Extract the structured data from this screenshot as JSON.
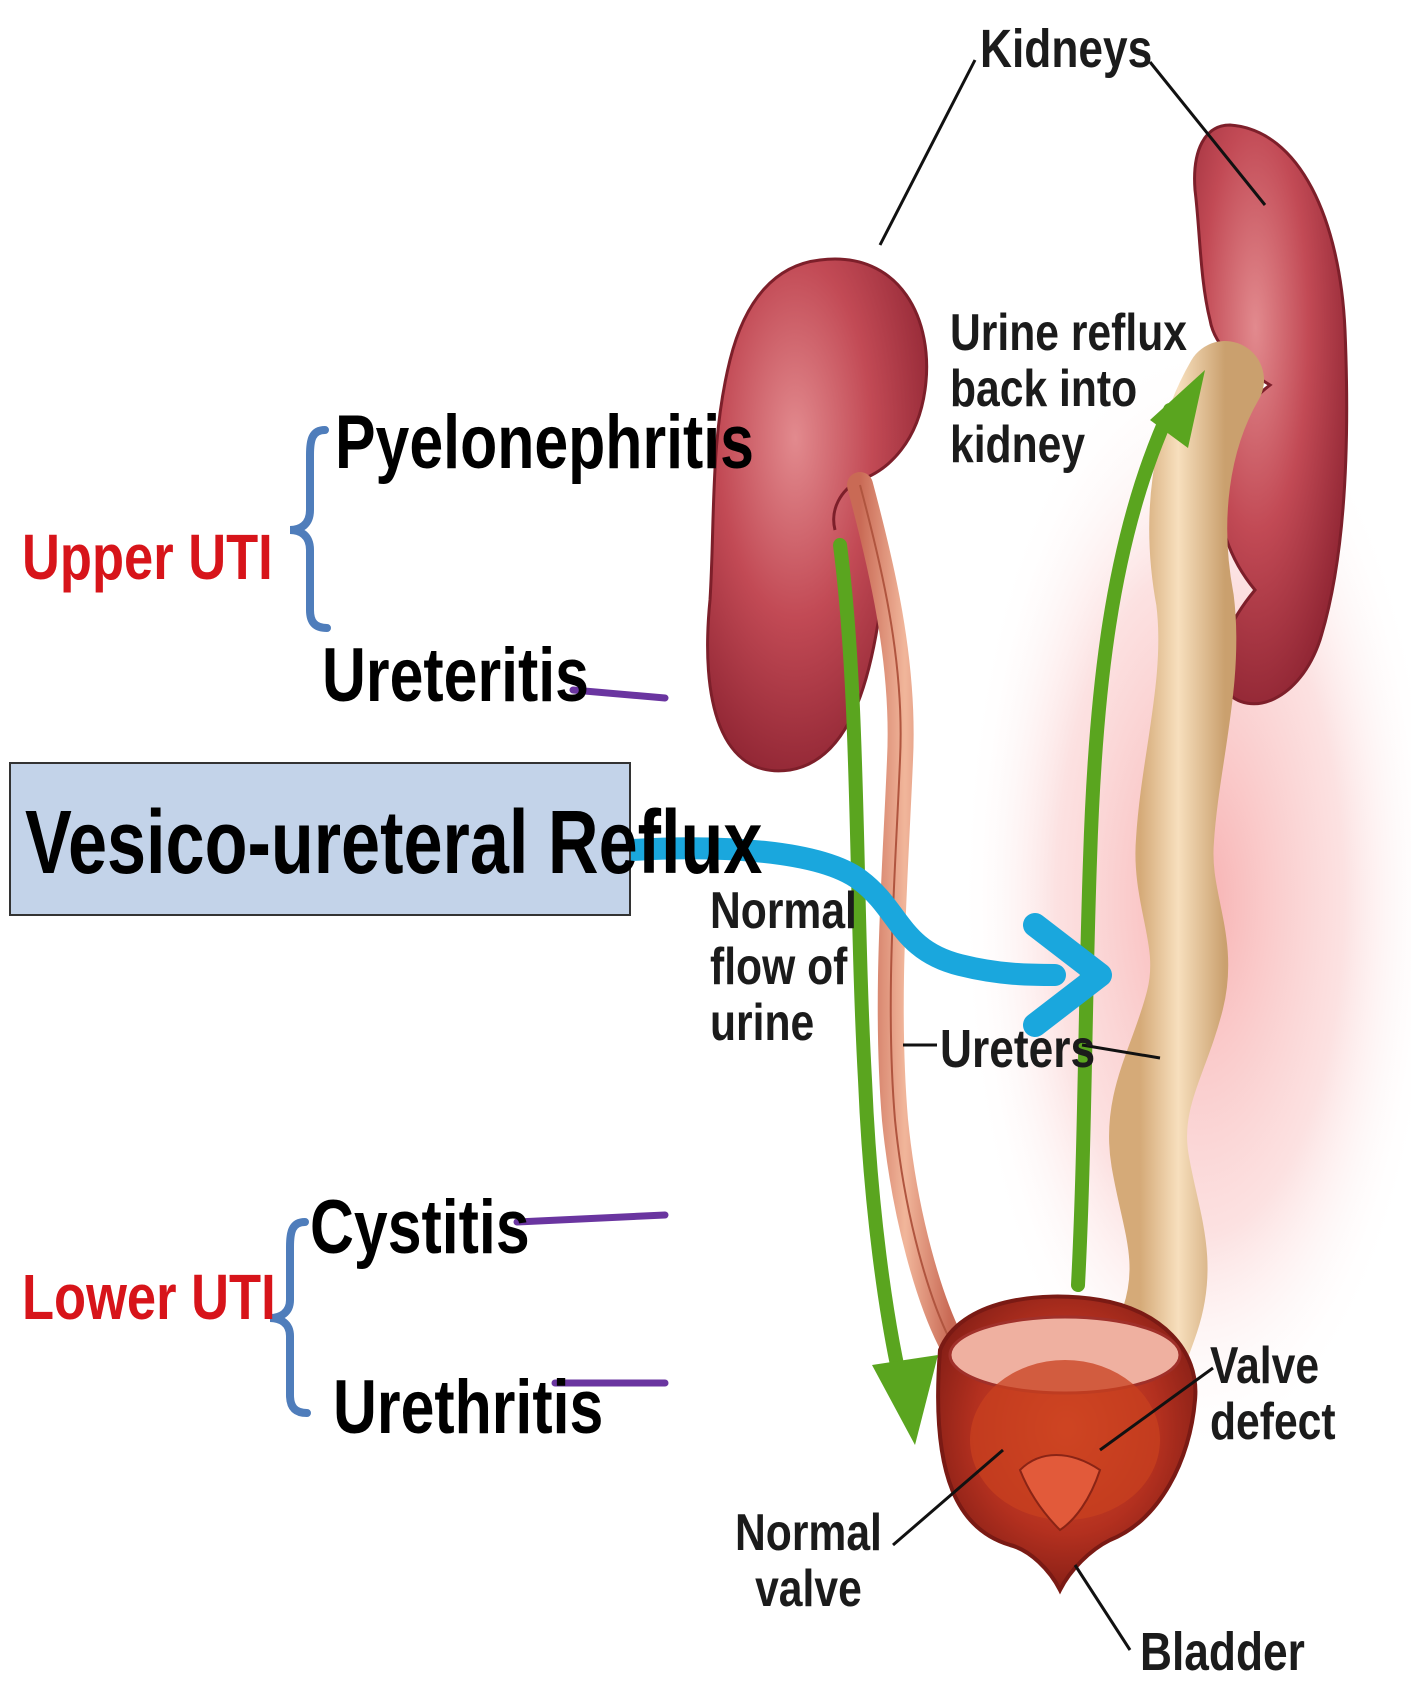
{
  "categories": {
    "upper": "Upper UTI",
    "lower": "Lower UTI"
  },
  "conditions": {
    "pyelonephritis": "Pyelonephritis",
    "ureteritis": "Ureteritis",
    "cystitis": "Cystitis",
    "urethritis": "Urethritis"
  },
  "highlight_box": {
    "label": "Vesico-ureteral Reflux",
    "fill": "#c3d3e9"
  },
  "anatomy_labels": {
    "kidneys": "Kidneys",
    "urine_reflux": "Urine reflux\nback into\nkidney",
    "normal_flow": "Normal\nflow of\nurine",
    "ureters": "Ureters",
    "valve_defect": "Valve\ndefect",
    "normal_valve": "Normal\nvalve",
    "bladder": "Bladder"
  },
  "colors": {
    "category_text": "#d7141a",
    "bracket": "#4f7dbb",
    "connector": "#6a35a0",
    "arrow_blue": "#1aa7dd",
    "arrow_green": "#5aa51f",
    "kidney": "#b8404c"
  }
}
